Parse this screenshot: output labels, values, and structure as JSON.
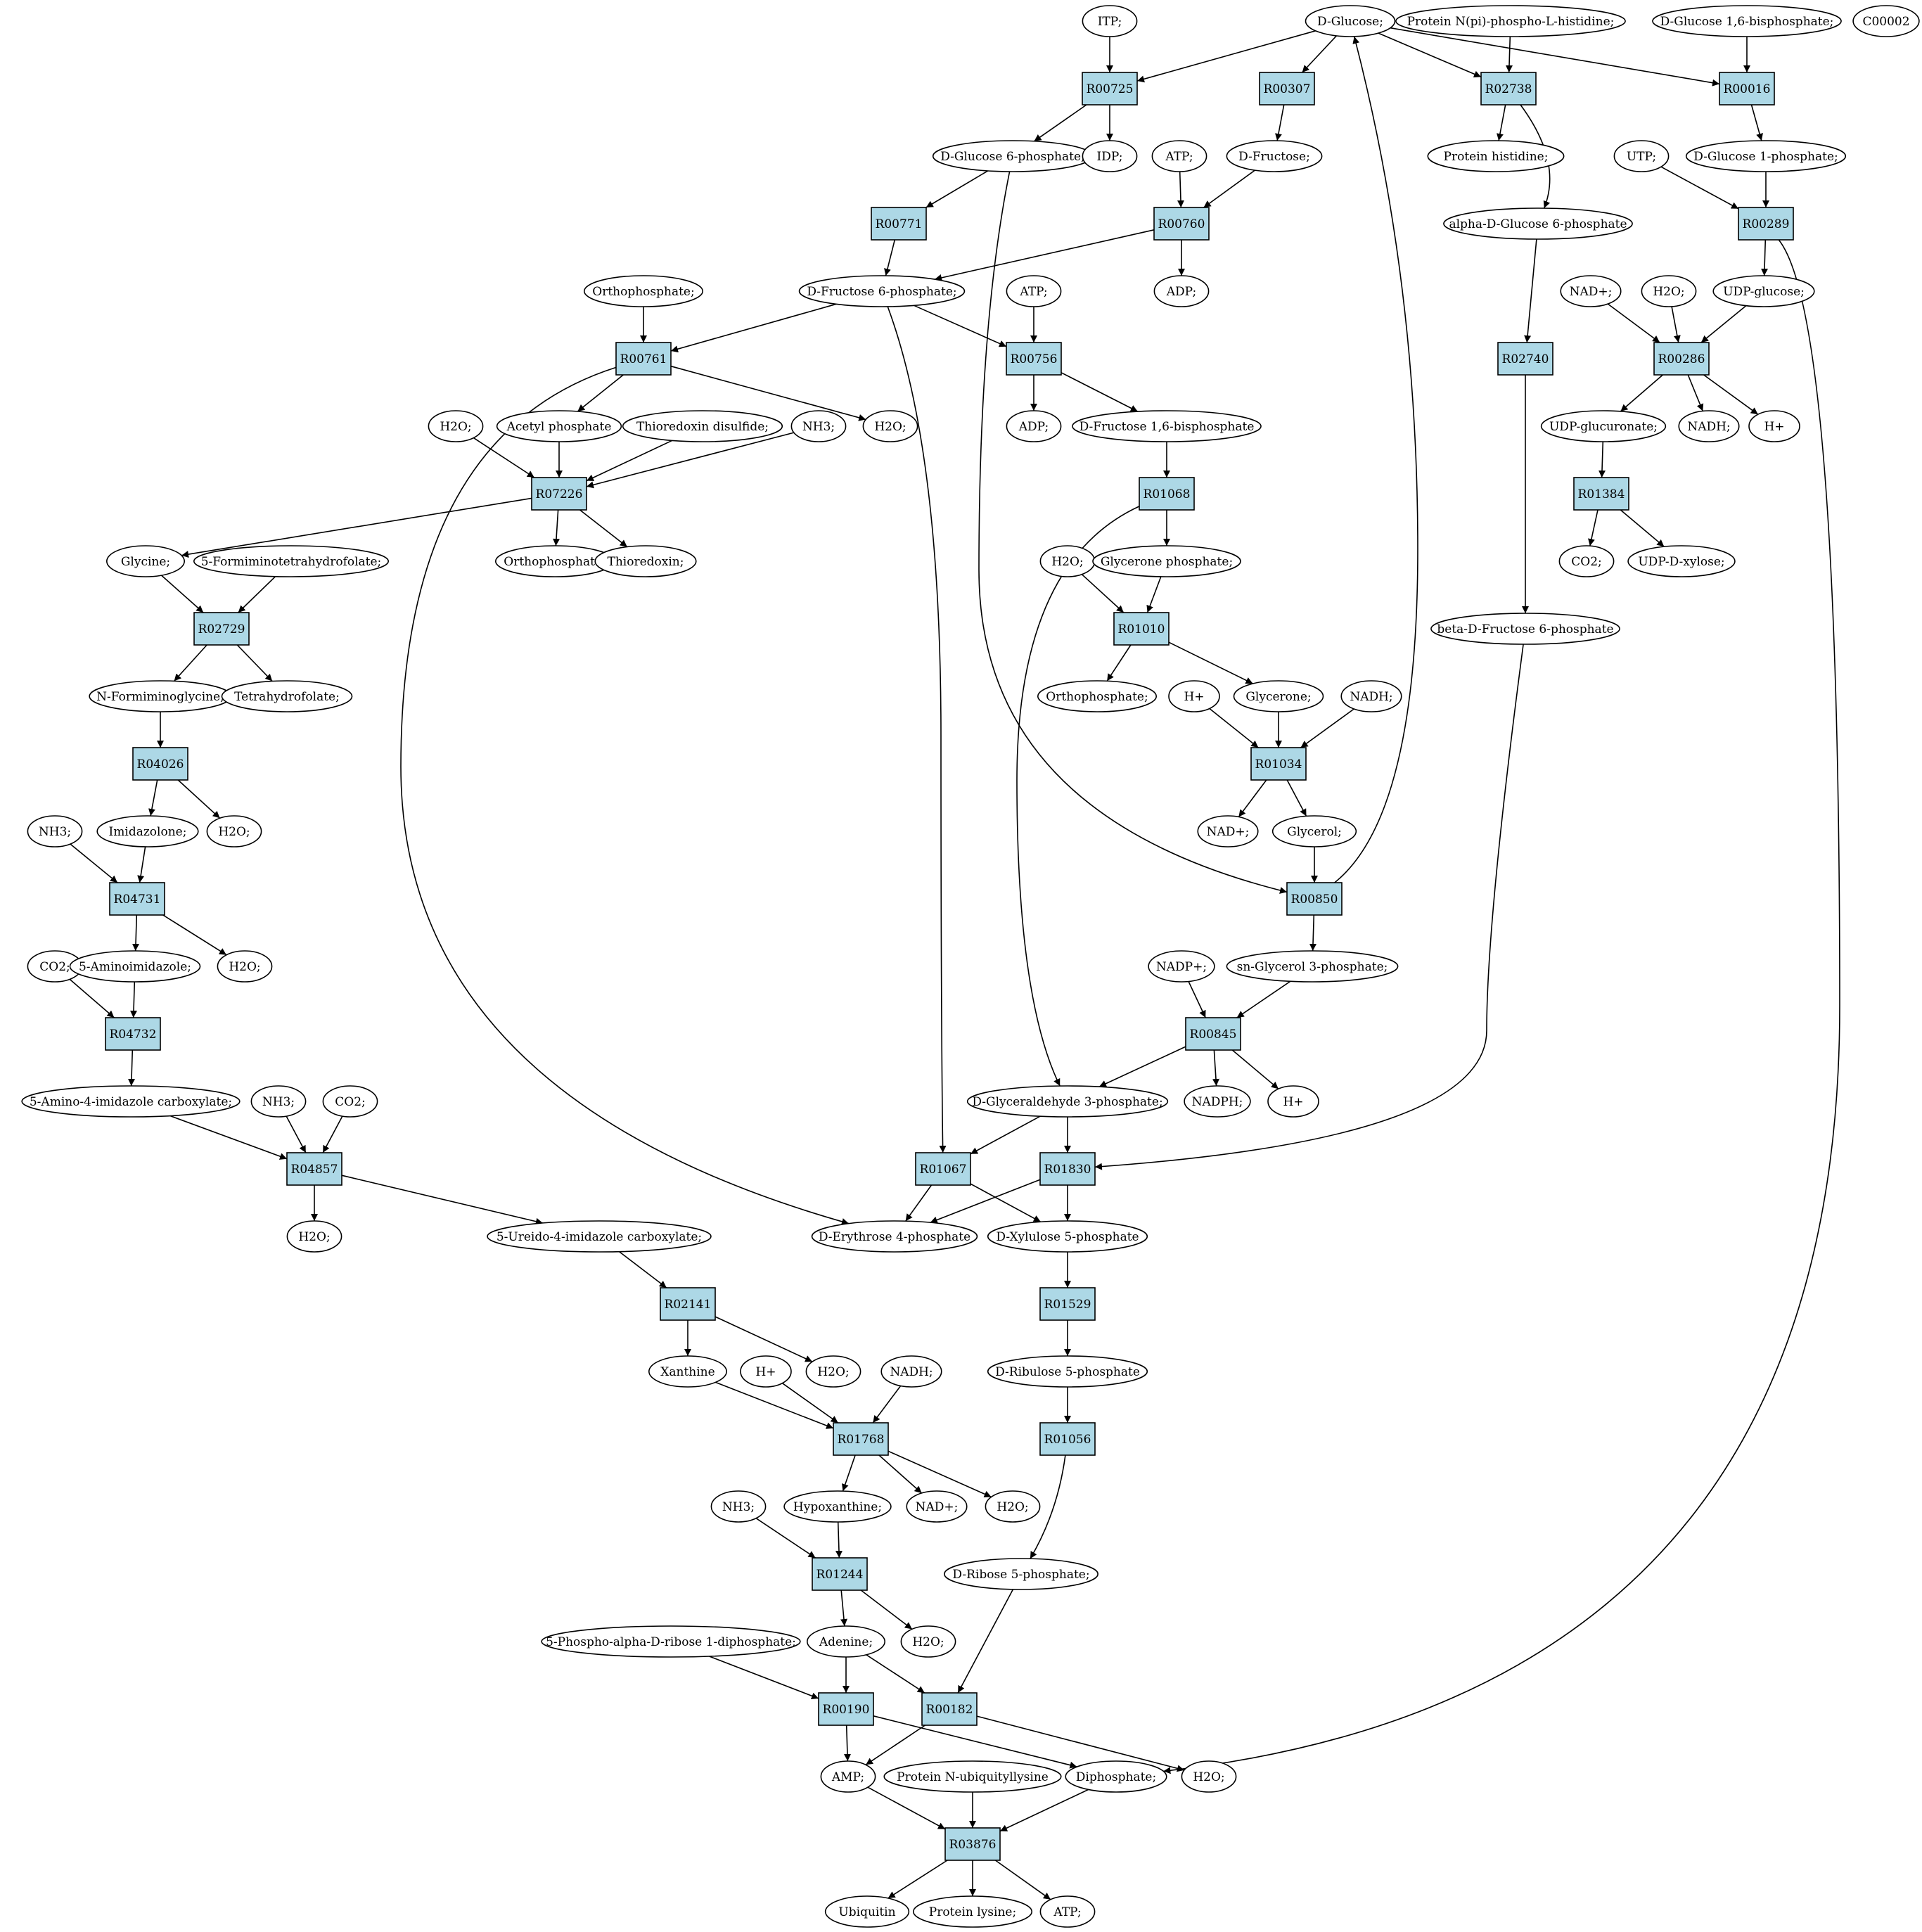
{
  "colors": {
    "reaction_fill": "#add8e6",
    "metabolite_fill": "#ffffff",
    "source_fill": "#00ff00",
    "orphan_fill": "#ffff00",
    "edge": "#000000"
  },
  "nodes": {
    "ITP": {
      "label": "ITP;",
      "kind": "metabolite"
    },
    "DGlucose": {
      "label": "D-Glucose;",
      "kind": "metabolite",
      "highlight": "source"
    },
    "ProtNpiHis": {
      "label": "Protein N(pi)-phospho-L-histidine;",
      "kind": "metabolite"
    },
    "DGlc16bP": {
      "label": "D-Glucose 1,6-bisphosphate;",
      "kind": "metabolite"
    },
    "C00002": {
      "label": "C00002",
      "kind": "metabolite",
      "highlight": "orphan"
    },
    "R00725": {
      "label": "R00725",
      "kind": "reaction"
    },
    "R00307": {
      "label": "R00307",
      "kind": "reaction"
    },
    "R02738": {
      "label": "R02738",
      "kind": "reaction"
    },
    "R00016": {
      "label": "R00016",
      "kind": "reaction"
    },
    "DG6P": {
      "label": "D-Glucose 6-phosphate;",
      "kind": "metabolite"
    },
    "IDP": {
      "label": "IDP;",
      "kind": "metabolite"
    },
    "ATP1": {
      "label": "ATP;",
      "kind": "metabolite"
    },
    "DFru": {
      "label": "D-Fructose;",
      "kind": "metabolite"
    },
    "ProtHis": {
      "label": "Protein histidine;",
      "kind": "metabolite"
    },
    "UTP": {
      "label": "UTP;",
      "kind": "metabolite"
    },
    "DG1P": {
      "label": "D-Glucose 1-phosphate;",
      "kind": "metabolite"
    },
    "R00771": {
      "label": "R00771",
      "kind": "reaction"
    },
    "R00760": {
      "label": "R00760",
      "kind": "reaction"
    },
    "aG6P": {
      "label": "alpha-D-Glucose 6-phosphate",
      "kind": "metabolite"
    },
    "R00289": {
      "label": "R00289",
      "kind": "reaction"
    },
    "Ortho1": {
      "label": "Orthophosphate;",
      "kind": "metabolite"
    },
    "DF6P": {
      "label": "D-Fructose 6-phosphate;",
      "kind": "metabolite"
    },
    "ATP2": {
      "label": "ATP;",
      "kind": "metabolite"
    },
    "ADP1": {
      "label": "ADP;",
      "kind": "metabolite"
    },
    "NADp1": {
      "label": "NAD+;",
      "kind": "metabolite"
    },
    "H2O1": {
      "label": "H2O;",
      "kind": "metabolite"
    },
    "UDPGlc": {
      "label": "UDP-glucose;",
      "kind": "metabolite"
    },
    "R00761": {
      "label": "R00761",
      "kind": "reaction"
    },
    "R00756": {
      "label": "R00756",
      "kind": "reaction"
    },
    "R02740": {
      "label": "R02740",
      "kind": "reaction"
    },
    "R00286": {
      "label": "R00286",
      "kind": "reaction"
    },
    "H2O2": {
      "label": "H2O;",
      "kind": "metabolite"
    },
    "AcP": {
      "label": "Acetyl phosphate",
      "kind": "metabolite"
    },
    "TrxSS": {
      "label": "Thioredoxin disulfide;",
      "kind": "metabolite"
    },
    "NH3a": {
      "label": "NH3;",
      "kind": "metabolite"
    },
    "H2O3": {
      "label": "H2O;",
      "kind": "metabolite"
    },
    "ADP2": {
      "label": "ADP;",
      "kind": "metabolite"
    },
    "FBP": {
      "label": "D-Fructose 1,6-bisphosphate",
      "kind": "metabolite"
    },
    "UDPGlcA": {
      "label": "UDP-glucuronate;",
      "kind": "metabolite"
    },
    "NADH1": {
      "label": "NADH;",
      "kind": "metabolite"
    },
    "Hp1": {
      "label": "H+",
      "kind": "metabolite"
    },
    "R07226": {
      "label": "R07226",
      "kind": "reaction"
    },
    "R01068": {
      "label": "R01068",
      "kind": "reaction"
    },
    "R01384": {
      "label": "R01384",
      "kind": "reaction"
    },
    "Gly": {
      "label": "Glycine;",
      "kind": "metabolite"
    },
    "FTHF": {
      "label": "5-Formiminotetrahydrofolate;",
      "kind": "metabolite"
    },
    "Ortho2": {
      "label": "Orthophosphate;",
      "kind": "metabolite"
    },
    "Trx": {
      "label": "Thioredoxin;",
      "kind": "metabolite"
    },
    "H2O4": {
      "label": "H2O;",
      "kind": "metabolite"
    },
    "GnP": {
      "label": "Glycerone phosphate;",
      "kind": "metabolite"
    },
    "CO2a": {
      "label": "CO2;",
      "kind": "metabolite"
    },
    "UDPXyl": {
      "label": "UDP-D-xylose;",
      "kind": "metabolite"
    },
    "R02729": {
      "label": "R02729",
      "kind": "reaction"
    },
    "R01010": {
      "label": "R01010",
      "kind": "reaction"
    },
    "bF6P": {
      "label": "beta-D-Fructose 6-phosphate",
      "kind": "metabolite"
    },
    "NFG": {
      "label": "N-Formiminoglycine;",
      "kind": "metabolite"
    },
    "THF": {
      "label": "Tetrahydrofolate;",
      "kind": "metabolite"
    },
    "Ortho3": {
      "label": "Orthophosphate;",
      "kind": "metabolite"
    },
    "Hp2": {
      "label": "H+",
      "kind": "metabolite"
    },
    "Glyc": {
      "label": "Glycerone;",
      "kind": "metabolite"
    },
    "NADH2": {
      "label": "NADH;",
      "kind": "metabolite"
    },
    "R04026": {
      "label": "R04026",
      "kind": "reaction"
    },
    "R01034": {
      "label": "R01034",
      "kind": "reaction"
    },
    "NH3b": {
      "label": "NH3;",
      "kind": "metabolite"
    },
    "Imid": {
      "label": "Imidazolone;",
      "kind": "metabolite"
    },
    "H2O5": {
      "label": "H2O;",
      "kind": "metabolite"
    },
    "NADp2": {
      "label": "NAD+;",
      "kind": "metabolite"
    },
    "Glycerol": {
      "label": "Glycerol;",
      "kind": "metabolite"
    },
    "R04731": {
      "label": "R04731",
      "kind": "reaction"
    },
    "R00850": {
      "label": "R00850",
      "kind": "reaction"
    },
    "CO2b": {
      "label": "CO2;",
      "kind": "metabolite"
    },
    "AIm": {
      "label": "5-Aminoimidazole;",
      "kind": "metabolite"
    },
    "H2O6": {
      "label": "H2O;",
      "kind": "metabolite"
    },
    "NADPp": {
      "label": "NADP+;",
      "kind": "metabolite"
    },
    "G3P": {
      "label": "sn-Glycerol 3-phosphate;",
      "kind": "metabolite"
    },
    "R04732": {
      "label": "R04732",
      "kind": "reaction"
    },
    "R00845": {
      "label": "R00845",
      "kind": "reaction"
    },
    "AICX": {
      "label": "5-Amino-4-imidazole carboxylate;",
      "kind": "metabolite"
    },
    "NH3c": {
      "label": "NH3;",
      "kind": "metabolite"
    },
    "CO2c": {
      "label": "CO2;",
      "kind": "metabolite"
    },
    "GAP": {
      "label": "D-Glyceraldehyde 3-phosphate;",
      "kind": "metabolite"
    },
    "NADPH": {
      "label": "NADPH;",
      "kind": "metabolite"
    },
    "Hp3": {
      "label": "H+",
      "kind": "metabolite"
    },
    "R04857": {
      "label": "R04857",
      "kind": "reaction"
    },
    "R01067": {
      "label": "R01067",
      "kind": "reaction"
    },
    "R01830": {
      "label": "R01830",
      "kind": "reaction"
    },
    "H2O7": {
      "label": "H2O;",
      "kind": "metabolite"
    },
    "UICX": {
      "label": "5-Ureido-4-imidazole carboxylate;",
      "kind": "metabolite"
    },
    "E4P": {
      "label": "D-Erythrose 4-phosphate",
      "kind": "metabolite"
    },
    "Xu5P": {
      "label": "D-Xylulose 5-phosphate",
      "kind": "metabolite"
    },
    "R02141": {
      "label": "R02141",
      "kind": "reaction"
    },
    "R01529": {
      "label": "R01529",
      "kind": "reaction"
    },
    "Xan": {
      "label": "Xanthine",
      "kind": "metabolite"
    },
    "Hp4": {
      "label": "H+",
      "kind": "metabolite"
    },
    "H2O8": {
      "label": "H2O;",
      "kind": "metabolite"
    },
    "NADH3": {
      "label": "NADH;",
      "kind": "metabolite"
    },
    "Ru5P": {
      "label": "D-Ribulose 5-phosphate",
      "kind": "metabolite"
    },
    "R01768": {
      "label": "R01768",
      "kind": "reaction"
    },
    "R01056": {
      "label": "R01056",
      "kind": "reaction"
    },
    "NH3d": {
      "label": "NH3;",
      "kind": "metabolite"
    },
    "Hyp": {
      "label": "Hypoxanthine;",
      "kind": "metabolite"
    },
    "NADp3": {
      "label": "NAD+;",
      "kind": "metabolite"
    },
    "H2O9": {
      "label": "H2O;",
      "kind": "metabolite"
    },
    "R01244": {
      "label": "R01244",
      "kind": "reaction"
    },
    "R5P": {
      "label": "D-Ribose 5-phosphate;",
      "kind": "metabolite"
    },
    "PRPP": {
      "label": "5-Phospho-alpha-D-ribose 1-diphosphate;",
      "kind": "metabolite"
    },
    "Ade": {
      "label": "Adenine;",
      "kind": "metabolite"
    },
    "H2O10": {
      "label": "H2O;",
      "kind": "metabolite"
    },
    "R00190": {
      "label": "R00190",
      "kind": "reaction"
    },
    "R00182": {
      "label": "R00182",
      "kind": "reaction"
    },
    "AMP": {
      "label": "AMP;",
      "kind": "metabolite"
    },
    "ProtNUbLys": {
      "label": "Protein N-ubiquityllysine",
      "kind": "metabolite"
    },
    "PPi": {
      "label": "Diphosphate;",
      "kind": "metabolite"
    },
    "H2O11": {
      "label": "H2O;",
      "kind": "metabolite"
    },
    "R03876": {
      "label": "R03876",
      "kind": "reaction"
    },
    "Ubq": {
      "label": "Ubiquitin",
      "kind": "metabolite"
    },
    "ProtLys": {
      "label": "Protein lysine;",
      "kind": "metabolite"
    },
    "ATP3": {
      "label": "ATP;",
      "kind": "metabolite"
    }
  },
  "edges": [
    [
      "ITP",
      "R00725"
    ],
    [
      "DGlucose",
      "R00725"
    ],
    [
      "R00725",
      "DG6P"
    ],
    [
      "R00725",
      "IDP"
    ],
    [
      "DGlucose",
      "R00307"
    ],
    [
      "R00307",
      "DFru"
    ],
    [
      "ProtNpiHis",
      "R02738"
    ],
    [
      "DGlucose",
      "R02738"
    ],
    [
      "R02738",
      "ProtHis"
    ],
    [
      "R02738",
      "aG6P"
    ],
    [
      "DGlucose",
      "R00016"
    ],
    [
      "DGlc16bP",
      "R00016"
    ],
    [
      "R00016",
      "DG1P"
    ],
    [
      "DG6P",
      "R00771"
    ],
    [
      "R00771",
      "DF6P"
    ],
    [
      "ATP1",
      "R00760"
    ],
    [
      "DFru",
      "R00760"
    ],
    [
      "R00760",
      "ADP1"
    ],
    [
      "R00760",
      "DF6P"
    ],
    [
      "UTP",
      "R00289"
    ],
    [
      "DG1P",
      "R00289"
    ],
    [
      "R00289",
      "UDPGlc"
    ],
    [
      "R00289",
      "PPi"
    ],
    [
      "Ortho1",
      "R00761"
    ],
    [
      "DF6P",
      "R00761"
    ],
    [
      "R00761",
      "AcP"
    ],
    [
      "R00761",
      "H2O3"
    ],
    [
      "R00761",
      "E4P"
    ],
    [
      "DF6P",
      "R00756"
    ],
    [
      "ATP2",
      "R00756"
    ],
    [
      "R00756",
      "ADP2"
    ],
    [
      "R00756",
      "FBP"
    ],
    [
      "DF6P",
      "R01067"
    ],
    [
      "aG6P",
      "R02740"
    ],
    [
      "R02740",
      "bF6P"
    ],
    [
      "NADp1",
      "R00286"
    ],
    [
      "H2O1",
      "R00286"
    ],
    [
      "UDPGlc",
      "R00286"
    ],
    [
      "R00286",
      "UDPGlcA"
    ],
    [
      "R00286",
      "NADH1"
    ],
    [
      "R00286",
      "Hp1"
    ],
    [
      "H2O2",
      "R07226"
    ],
    [
      "AcP",
      "R07226"
    ],
    [
      "TrxSS",
      "R07226"
    ],
    [
      "NH3a",
      "R07226"
    ],
    [
      "R07226",
      "Gly"
    ],
    [
      "R07226",
      "Ortho2"
    ],
    [
      "R07226",
      "Trx"
    ],
    [
      "FBP",
      "R01068"
    ],
    [
      "R01068",
      "GnP"
    ],
    [
      "R01068",
      "GAP"
    ],
    [
      "UDPGlcA",
      "R01384"
    ],
    [
      "R01384",
      "CO2a"
    ],
    [
      "R01384",
      "UDPXyl"
    ],
    [
      "Gly",
      "R02729"
    ],
    [
      "FTHF",
      "R02729"
    ],
    [
      "R02729",
      "NFG"
    ],
    [
      "R02729",
      "THF"
    ],
    [
      "H2O4",
      "R01010"
    ],
    [
      "GnP",
      "R01010"
    ],
    [
      "R01010",
      "Ortho3"
    ],
    [
      "R01010",
      "Glyc"
    ],
    [
      "bF6P",
      "R01830"
    ],
    [
      "NFG",
      "R04026"
    ],
    [
      "R04026",
      "Imid"
    ],
    [
      "R04026",
      "H2O5"
    ],
    [
      "Hp2",
      "R01034"
    ],
    [
      "Glyc",
      "R01034"
    ],
    [
      "NADH2",
      "R01034"
    ],
    [
      "R01034",
      "NADp2"
    ],
    [
      "R01034",
      "Glycerol"
    ],
    [
      "NH3b",
      "R04731"
    ],
    [
      "Imid",
      "R04731"
    ],
    [
      "R04731",
      "AIm"
    ],
    [
      "R04731",
      "H2O6"
    ],
    [
      "Glycerol",
      "R00850"
    ],
    [
      "DG6P",
      "R00850"
    ],
    [
      "R00850",
      "G3P"
    ],
    [
      "R00850",
      "DGlucose"
    ],
    [
      "CO2b",
      "R04732"
    ],
    [
      "AIm",
      "R04732"
    ],
    [
      "R04732",
      "AICX"
    ],
    [
      "NADPp",
      "R00845"
    ],
    [
      "G3P",
      "R00845"
    ],
    [
      "R00845",
      "GAP"
    ],
    [
      "R00845",
      "NADPH"
    ],
    [
      "R00845",
      "Hp3"
    ],
    [
      "AICX",
      "R04857"
    ],
    [
      "NH3c",
      "R04857"
    ],
    [
      "CO2c",
      "R04857"
    ],
    [
      "R04857",
      "H2O7"
    ],
    [
      "R04857",
      "UICX"
    ],
    [
      "GAP",
      "R01067"
    ],
    [
      "R01067",
      "E4P"
    ],
    [
      "R01067",
      "Xu5P"
    ],
    [
      "GAP",
      "R01830"
    ],
    [
      "R01830",
      "E4P"
    ],
    [
      "R01830",
      "Xu5P"
    ],
    [
      "UICX",
      "R02141"
    ],
    [
      "R02141",
      "Xan"
    ],
    [
      "R02141",
      "H2O8"
    ],
    [
      "Xu5P",
      "R01529"
    ],
    [
      "R01529",
      "Ru5P"
    ],
    [
      "Xan",
      "R01768"
    ],
    [
      "Hp4",
      "R01768"
    ],
    [
      "NADH3",
      "R01768"
    ],
    [
      "R01768",
      "Hyp"
    ],
    [
      "R01768",
      "NADp3"
    ],
    [
      "R01768",
      "H2O9"
    ],
    [
      "Ru5P",
      "R01056"
    ],
    [
      "R01056",
      "R5P"
    ],
    [
      "NH3d",
      "R01244"
    ],
    [
      "Hyp",
      "R01244"
    ],
    [
      "R01244",
      "Ade"
    ],
    [
      "R01244",
      "H2O10"
    ],
    [
      "PRPP",
      "R00190"
    ],
    [
      "Ade",
      "R00190"
    ],
    [
      "R00190",
      "AMP"
    ],
    [
      "R00190",
      "PPi"
    ],
    [
      "Ade",
      "R00182"
    ],
    [
      "R5P",
      "R00182"
    ],
    [
      "R00182",
      "AMP"
    ],
    [
      "R00182",
      "H2O11"
    ],
    [
      "AMP",
      "R03876"
    ],
    [
      "ProtNUbLys",
      "R03876"
    ],
    [
      "PPi",
      "R03876"
    ],
    [
      "R03876",
      "Ubq"
    ],
    [
      "R03876",
      "ProtLys"
    ],
    [
      "R03876",
      "ATP3"
    ]
  ]
}
